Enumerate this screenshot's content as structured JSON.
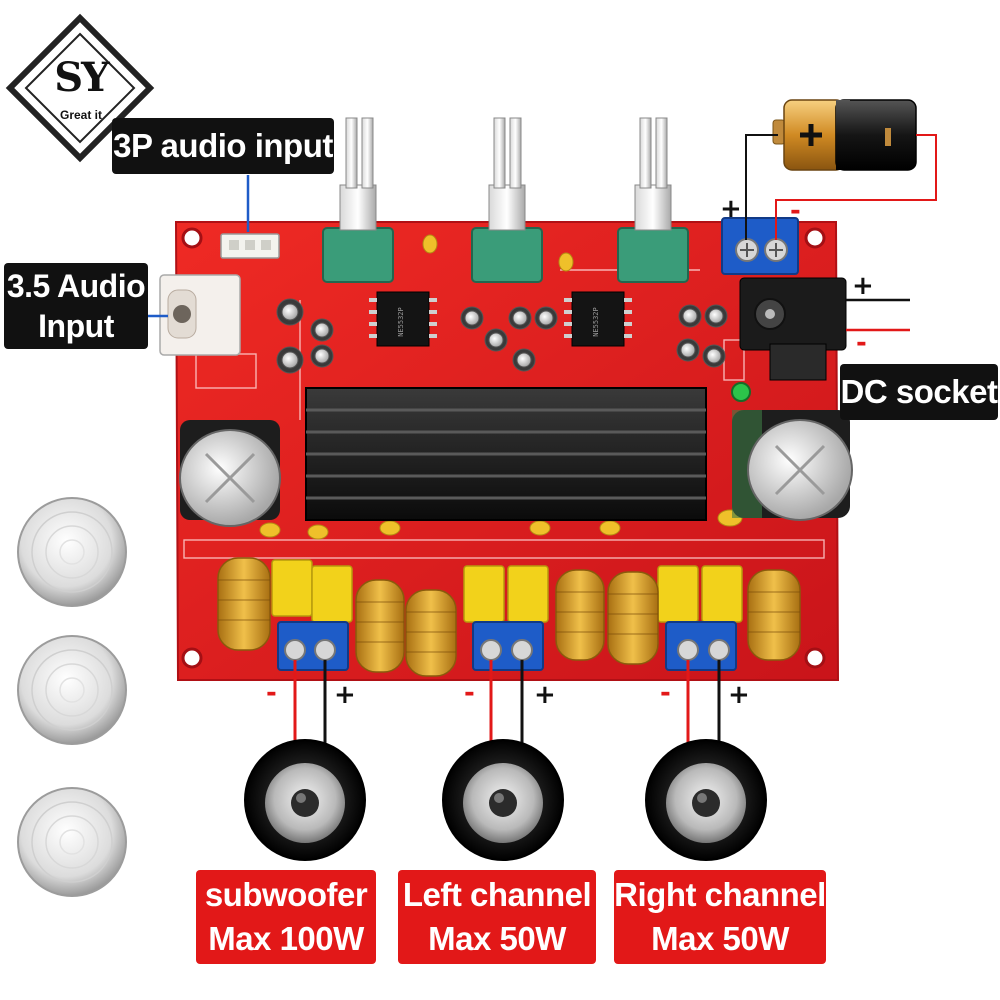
{
  "brand": {
    "logo_letters": "SY",
    "tagline": "Great it"
  },
  "labels": {
    "audio_3p": "3P audio input",
    "audio_35_line1": "3.5 Audio",
    "audio_35_line2": "Input",
    "dc_socket": "DC socket"
  },
  "signs": {
    "plus": "+",
    "minus": "-"
  },
  "channels": [
    {
      "name": "subwoofer",
      "power": "Max 100W"
    },
    {
      "name": "Left channel",
      "power": "Max 50W"
    },
    {
      "name": "Right channel",
      "power": "Max 50W"
    }
  ],
  "ic_marking": "NE5532P",
  "colors": {
    "board": "#e3191b",
    "heatsink": "#141414",
    "terminal": "#1e5cc8",
    "label_dark": "#111111",
    "label_red": "#e21818",
    "wire_red": "#e21818",
    "wire_black": "#111111",
    "coil": "#d9a126",
    "capacitor": "#f2d21b"
  }
}
